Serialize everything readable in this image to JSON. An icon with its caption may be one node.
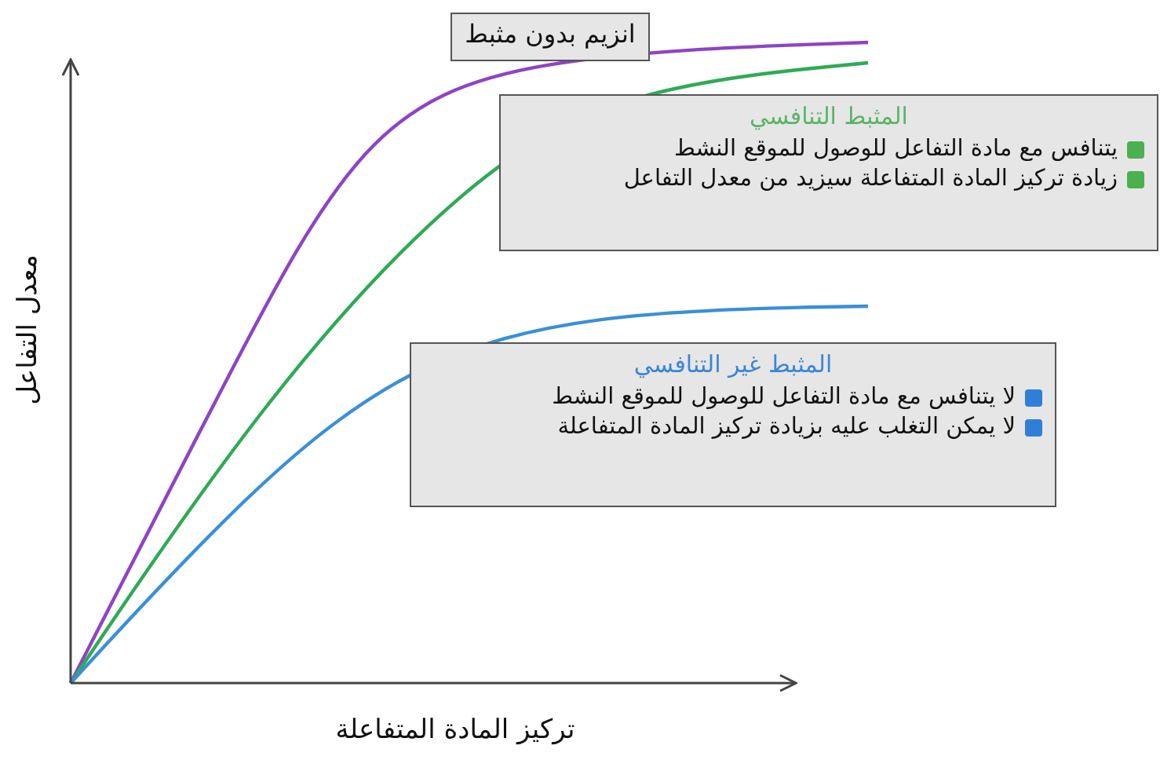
{
  "diagram": {
    "nodes": [
      {
        "text": [
          "انزيم بدون مثبط"
        ]
      },
      {
        "text": [
          "المثبط التنافسي",
          "يتنافس مع مادة التفاعل للوصول للموقع النشط",
          "زيادة تركيز المادة المتفاعلة سيزيد من معدل التفاعل"
        ]
      },
      {
        "text": [
          "المثبط غير التنافسي",
          "لا يتنافس مع مادة التفاعل للوصول للموقع النشط",
          "لا يمكن التغلب عليه بزيادة تركيز المادة المتفاعلة"
        ]
      }
    ],
    "labels": [
      "معدل التفاعل",
      "تركيز المادة المتفاعلة"
    ]
  }
}
